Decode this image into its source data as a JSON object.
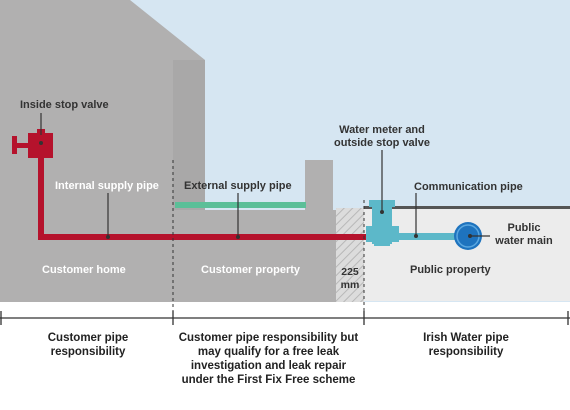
{
  "labels": {
    "inside_stop_valve": "Inside stop valve",
    "internal_supply_pipe": "Internal supply pipe",
    "external_supply_pipe": "External supply pipe",
    "water_meter_line1": "Water meter and",
    "water_meter_line2": "outside stop valve",
    "communication_pipe": "Communication pipe",
    "public_water_main_line1": "Public",
    "public_water_main_line2": "water main",
    "customer_home": "Customer home",
    "customer_property": "Customer property",
    "public_property": "Public property",
    "distance_line1": "225",
    "distance_line2": "mm"
  },
  "responsibility": {
    "customer": [
      "Customer pipe",
      "responsibility"
    ],
    "shared": [
      "Customer pipe responsibility but",
      "may qualify for a free leak",
      "investigation and leak repair",
      "under the First Fix Free scheme"
    ],
    "irish_water": [
      "Irish Water pipe",
      "responsibility"
    ]
  },
  "colors": {
    "sky": "#d6e6f2",
    "house": "#b1b0b0",
    "ground_public": "#ececec",
    "internal_pipe": "#b5122c",
    "external_pipe": "#5bbf98",
    "communication_pipe": "#5cb8c9",
    "water_main": "#1e73be"
  },
  "icons": {
    "inside_valve": "valve-icon",
    "water_meter": "meter-icon",
    "water_main": "pipe-cross-section-icon"
  }
}
